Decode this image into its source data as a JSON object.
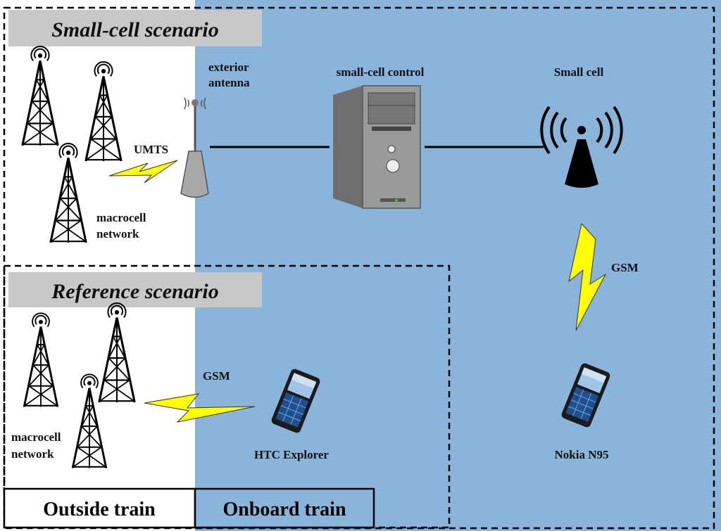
{
  "small_cell_scenario": {
    "title": "Small-cell scenario",
    "labels": {
      "exterior_antenna_1": "exterior",
      "exterior_antenna_2": "antenna",
      "small_cell_control": "small-cell control",
      "small_cell": "Small cell",
      "umts": "UMTS",
      "gsm": "GSM",
      "macro_1": "macrocell",
      "macro_2": "network",
      "phone": "Nokia N95"
    }
  },
  "reference_scenario": {
    "title": "Reference scenario",
    "labels": {
      "gsm": "GSM",
      "macro_1": "macrocell",
      "macro_2": "network",
      "phone": "HTC Explorer"
    }
  },
  "bottom_bar": {
    "outside": "Outside train",
    "onboard": "Onboard train"
  },
  "colors": {
    "onboard_bg": "#8ab4d9",
    "outside_bg": "#ffffff",
    "title_bar": "#c8c8c8",
    "lightning": "#ffff00",
    "line": "#000000"
  },
  "icons": [
    "cell-tower-icon",
    "exterior-antenna-icon",
    "server-icon",
    "small-cell-icon",
    "lightning-icon",
    "mobile-phone-icon"
  ]
}
